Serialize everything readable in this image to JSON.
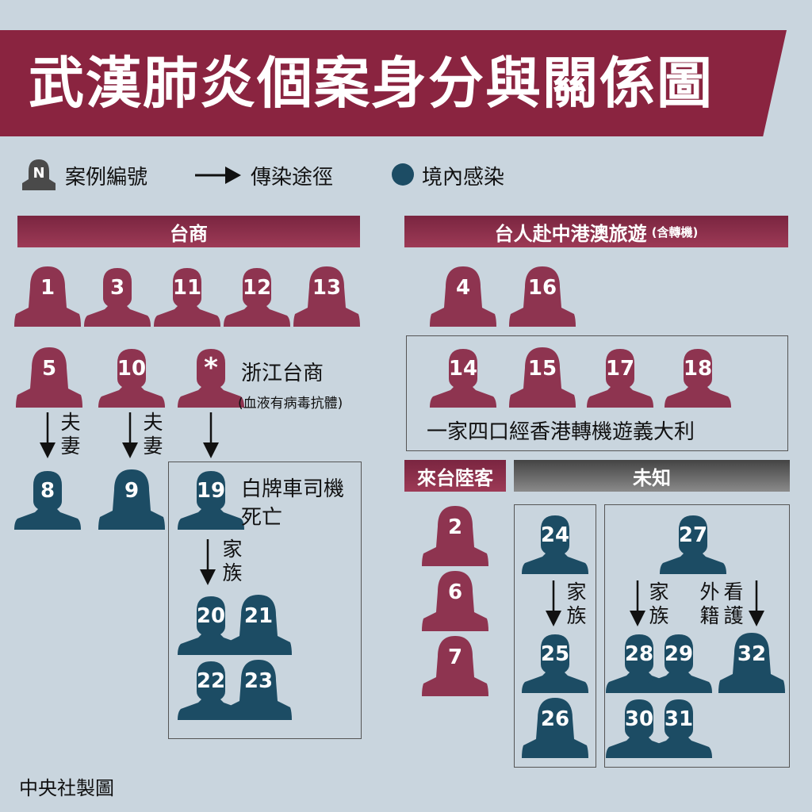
{
  "title": "武漢肺炎個案身分與關係圖",
  "legend": {
    "case_number": "案例編號",
    "case_symbol": "N",
    "transmission": "傳染途徑",
    "local": "境內感染"
  },
  "sections": {
    "taiwanese_business": "台商",
    "travel": "台人赴中港澳旅遊",
    "travel_note": "(含轉機)",
    "mainland_visitors": "來台陸客",
    "unknown": "未知"
  },
  "labels": {
    "zhejiang_business": "浙江台商",
    "antibody": "(血液有病毒抗體)",
    "family_trip": "一家四口經香港轉機遊義大利",
    "driver_line1": "白牌車司機",
    "driver_line2": "死亡",
    "spouse": "夫妻",
    "family": "家族",
    "caregiver_a": "看護",
    "caregiver_b": "外籍"
  },
  "colors": {
    "imported": "#8e3450",
    "local": "#1c4c64",
    "banner": "#8a2440",
    "background": "#c9d5de"
  },
  "credit": "中央社製圖",
  "persons": [
    {
      "num": "1",
      "type": "imported",
      "shape": "female"
    },
    {
      "num": "3",
      "type": "imported",
      "shape": "male"
    },
    {
      "num": "11",
      "type": "imported",
      "shape": "male"
    },
    {
      "num": "12",
      "type": "imported",
      "shape": "male"
    },
    {
      "num": "13",
      "type": "imported",
      "shape": "female"
    },
    {
      "num": "5",
      "type": "imported",
      "shape": "female"
    },
    {
      "num": "10",
      "type": "imported",
      "shape": "male"
    },
    {
      "num": "*",
      "type": "imported",
      "shape": "male"
    },
    {
      "num": "8",
      "type": "local",
      "shape": "male"
    },
    {
      "num": "9",
      "type": "local",
      "shape": "female"
    },
    {
      "num": "19",
      "type": "local",
      "shape": "male"
    },
    {
      "num": "20",
      "type": "local",
      "shape": "male"
    },
    {
      "num": "21",
      "type": "local",
      "shape": "female"
    },
    {
      "num": "22",
      "type": "local",
      "shape": "male"
    },
    {
      "num": "23",
      "type": "local",
      "shape": "female"
    },
    {
      "num": "4",
      "type": "imported",
      "shape": "female"
    },
    {
      "num": "16",
      "type": "imported",
      "shape": "female"
    },
    {
      "num": "14",
      "type": "imported",
      "shape": "male"
    },
    {
      "num": "15",
      "type": "imported",
      "shape": "female"
    },
    {
      "num": "17",
      "type": "imported",
      "shape": "male"
    },
    {
      "num": "18",
      "type": "imported",
      "shape": "male"
    },
    {
      "num": "2",
      "type": "imported",
      "shape": "female"
    },
    {
      "num": "6",
      "type": "imported",
      "shape": "female"
    },
    {
      "num": "7",
      "type": "imported",
      "shape": "female"
    },
    {
      "num": "24",
      "type": "local",
      "shape": "male"
    },
    {
      "num": "25",
      "type": "local",
      "shape": "male"
    },
    {
      "num": "26",
      "type": "local",
      "shape": "female"
    },
    {
      "num": "27",
      "type": "local",
      "shape": "male"
    },
    {
      "num": "28",
      "type": "local",
      "shape": "male"
    },
    {
      "num": "29",
      "type": "local",
      "shape": "male"
    },
    {
      "num": "32",
      "type": "local",
      "shape": "female"
    },
    {
      "num": "30",
      "type": "local",
      "shape": "male"
    },
    {
      "num": "31",
      "type": "local",
      "shape": "male"
    }
  ]
}
